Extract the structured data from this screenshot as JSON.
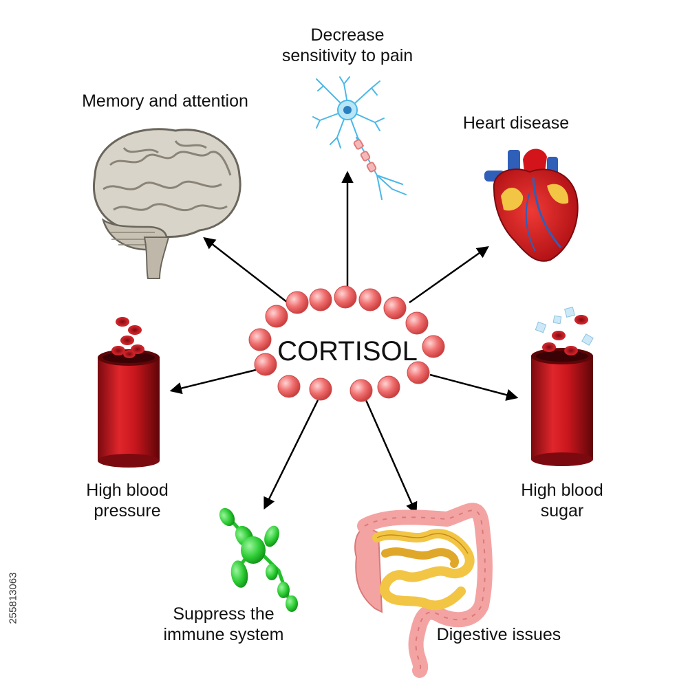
{
  "center": {
    "title": "CORTISOL"
  },
  "effects": {
    "pain": {
      "line1": "Decrease",
      "line2": "sensitivity to pain"
    },
    "memory": {
      "line1": "Memory and attention"
    },
    "heart": {
      "line1": "Heart disease"
    },
    "blood_pressure": {
      "line1": "High blood",
      "line2": "pressure"
    },
    "blood_sugar": {
      "line1": "High blood",
      "line2": "sugar"
    },
    "immune": {
      "line1": "Suppress the",
      "line2": "immune system"
    },
    "digestive": {
      "line1": "Digestive issues"
    }
  },
  "side_id": "255813063",
  "icons": {
    "brain": "brain-icon",
    "neuron": "neuron-icon",
    "heart": "heart-icon",
    "vessel_left": "blood-vessel-icon",
    "vessel_right": "blood-vessel-sugar-icon",
    "antibody": "antibody-icon",
    "intestine": "intestine-icon"
  },
  "colors": {
    "molecule": "#f07070",
    "vessel": "#c8161d",
    "antibody": "#22c02a",
    "intestine_outer": "#f4a3a3",
    "intestine_inner": "#f2c544",
    "neuron": "#4ab8e8",
    "brain": "#d9d4c9"
  }
}
